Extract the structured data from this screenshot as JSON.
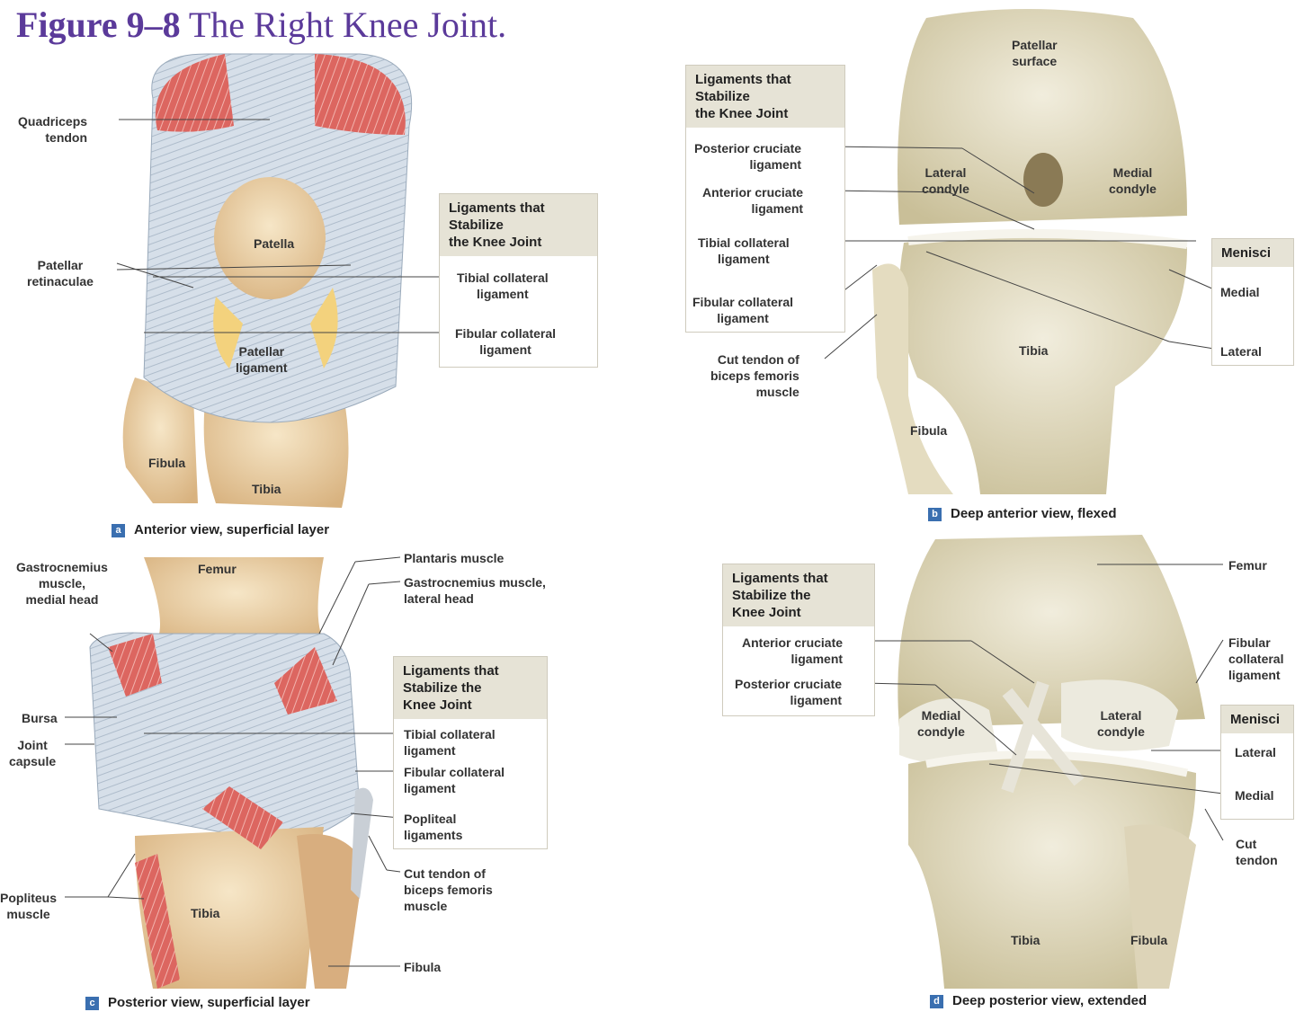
{
  "title": {
    "figure_number": "Figure 9–8",
    "text": "The Right Knee Joint."
  },
  "panels": {
    "a": {
      "caption_letter": "a",
      "caption": "Anterior view, superficial layer",
      "labels": {
        "quadriceps_tendon": [
          "Quadriceps",
          "tendon"
        ],
        "patella": "Patella",
        "patellar_retinaculae": [
          "Patellar",
          "retinaculae"
        ],
        "patellar_ligament": [
          "Patellar",
          "ligament"
        ],
        "fibula": "Fibula",
        "tibia": "Tibia"
      },
      "box": {
        "header": [
          "Ligaments that",
          "Stabilize",
          "the Knee Joint"
        ],
        "items": [
          [
            "Tibial collateral",
            "ligament"
          ],
          [
            "Fibular collateral",
            "ligament"
          ]
        ]
      }
    },
    "b": {
      "caption_letter": "b",
      "caption": "Deep anterior view, flexed",
      "labels": {
        "patellar_surface": [
          "Patellar",
          "surface"
        ],
        "lateral_condyle": [
          "Lateral",
          "condyle"
        ],
        "medial_condyle": [
          "Medial",
          "condyle"
        ],
        "tibia": "Tibia",
        "fibula": "Fibula",
        "cut_tendon": [
          "Cut tendon of",
          "biceps femoris",
          "muscle"
        ]
      },
      "box": {
        "header": [
          "Ligaments that",
          "Stabilize",
          "the Knee Joint"
        ],
        "items": [
          [
            "Posterior cruciate",
            "ligament"
          ],
          [
            "Anterior cruciate",
            "ligament"
          ],
          [
            "Tibial collateral",
            "ligament"
          ],
          [
            "Fibular collateral",
            "ligament"
          ]
        ]
      },
      "menisci": {
        "header": "Menisci",
        "items": [
          "Medial",
          "Lateral"
        ]
      }
    },
    "c": {
      "caption_letter": "c",
      "caption": "Posterior view, superficial layer",
      "labels": {
        "femur": "Femur",
        "gastrocnemius_medial": [
          "Gastrocnemius",
          "muscle,",
          "medial head"
        ],
        "plantaris": "Plantaris muscle",
        "gastrocnemius_lateral": [
          "Gastrocnemius muscle,",
          "lateral head"
        ],
        "bursa": "Bursa",
        "joint_capsule": [
          "Joint",
          "capsule"
        ],
        "popliteus": [
          "Popliteus",
          "muscle"
        ],
        "tibia": "Tibia",
        "cut_tendon": [
          "Cut tendon of",
          "biceps femoris",
          "muscle"
        ],
        "fibula": "Fibula"
      },
      "box": {
        "header": [
          "Ligaments that",
          "Stabilize the",
          "Knee Joint"
        ],
        "items": [
          [
            "Tibial collateral",
            "ligament"
          ],
          [
            "Fibular collateral",
            "ligament"
          ],
          [
            "Popliteal",
            "ligaments"
          ]
        ]
      }
    },
    "d": {
      "caption_letter": "d",
      "caption": "Deep posterior view, extended",
      "labels": {
        "femur": "Femur",
        "fibular_collateral": [
          "Fibular",
          "collateral",
          "ligament"
        ],
        "medial_condyle": [
          "Medial",
          "condyle"
        ],
        "lateral_condyle": [
          "Lateral",
          "condyle"
        ],
        "cut_tendon": [
          "Cut",
          "tendon"
        ],
        "tibia": "Tibia",
        "fibula": "Fibula"
      },
      "box": {
        "header": [
          "Ligaments that",
          "Stabilize the",
          "Knee Joint"
        ],
        "items": [
          [
            "Anterior cruciate",
            "ligament"
          ],
          [
            "Posterior cruciate",
            "ligament"
          ]
        ]
      },
      "menisci": {
        "header": "Menisci",
        "items": [
          "Lateral",
          "Medial"
        ]
      }
    }
  },
  "colors": {
    "title": "#5b3a9a",
    "muscle": "#d9605a",
    "ligament": "#d8e1ea",
    "bone": "#e9d3a8",
    "specimen": "#ebe6d3",
    "box_header": "#e6e3d6",
    "badge": "#3a6fb0"
  }
}
